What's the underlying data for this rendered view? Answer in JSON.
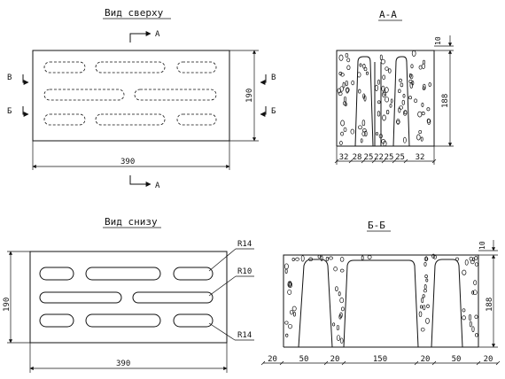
{
  "views": {
    "top": {
      "title": "Вид сверху",
      "width": "390",
      "height": "190",
      "cut_aa": "А",
      "cut_vv": "В",
      "cut_bb": "Б"
    },
    "section_aa": {
      "title": "А-А",
      "top": "10",
      "height": "188",
      "bottom": [
        "32",
        "28",
        "25",
        "22",
        "25",
        "25",
        "32"
      ]
    },
    "bottom": {
      "title": "Вид снизу",
      "width": "390",
      "height": "190",
      "radii": [
        "R14",
        "R10",
        "R14"
      ]
    },
    "section_bb": {
      "title": "Б-Б",
      "top": "10",
      "height": "188",
      "bottom": [
        "20",
        "50",
        "20",
        "150",
        "20",
        "50",
        "20"
      ]
    }
  }
}
